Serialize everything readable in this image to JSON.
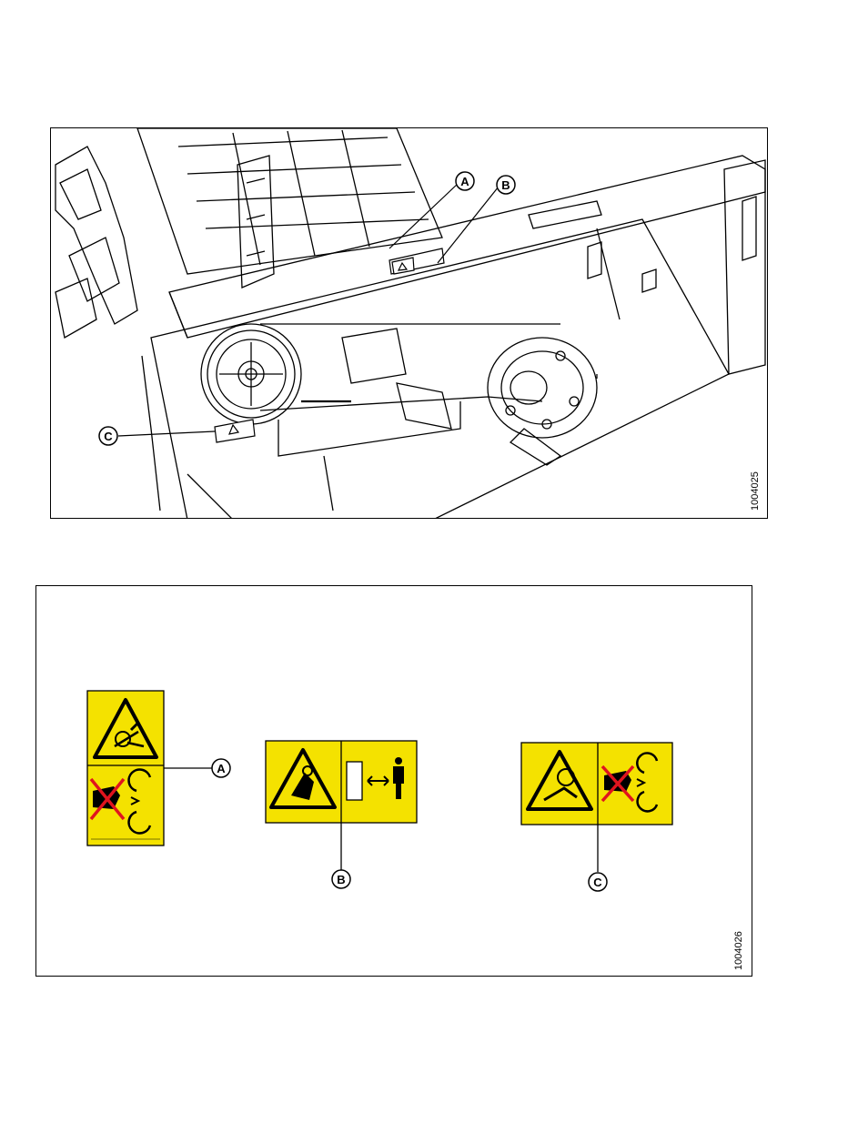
{
  "figure1": {
    "number": "1004025",
    "callouts": [
      "A",
      "B",
      "C"
    ]
  },
  "figure2": {
    "number": "1004026",
    "callouts": [
      "A",
      "B",
      "C"
    ]
  },
  "colors": {
    "decal_yellow": "#f4e200",
    "prohibit_red": "#e0141e",
    "line": "#000000"
  },
  "icons": {
    "decal_a": [
      "entanglement-warning-icon",
      "hand-in-rollers-prohibited-icon"
    ],
    "decal_b": [
      "crushing-hazard-warning-icon",
      "keep-safe-distance-icon"
    ],
    "decal_c": [
      "belt-entanglement-warning-icon",
      "hand-in-rollers-prohibited-icon"
    ]
  }
}
